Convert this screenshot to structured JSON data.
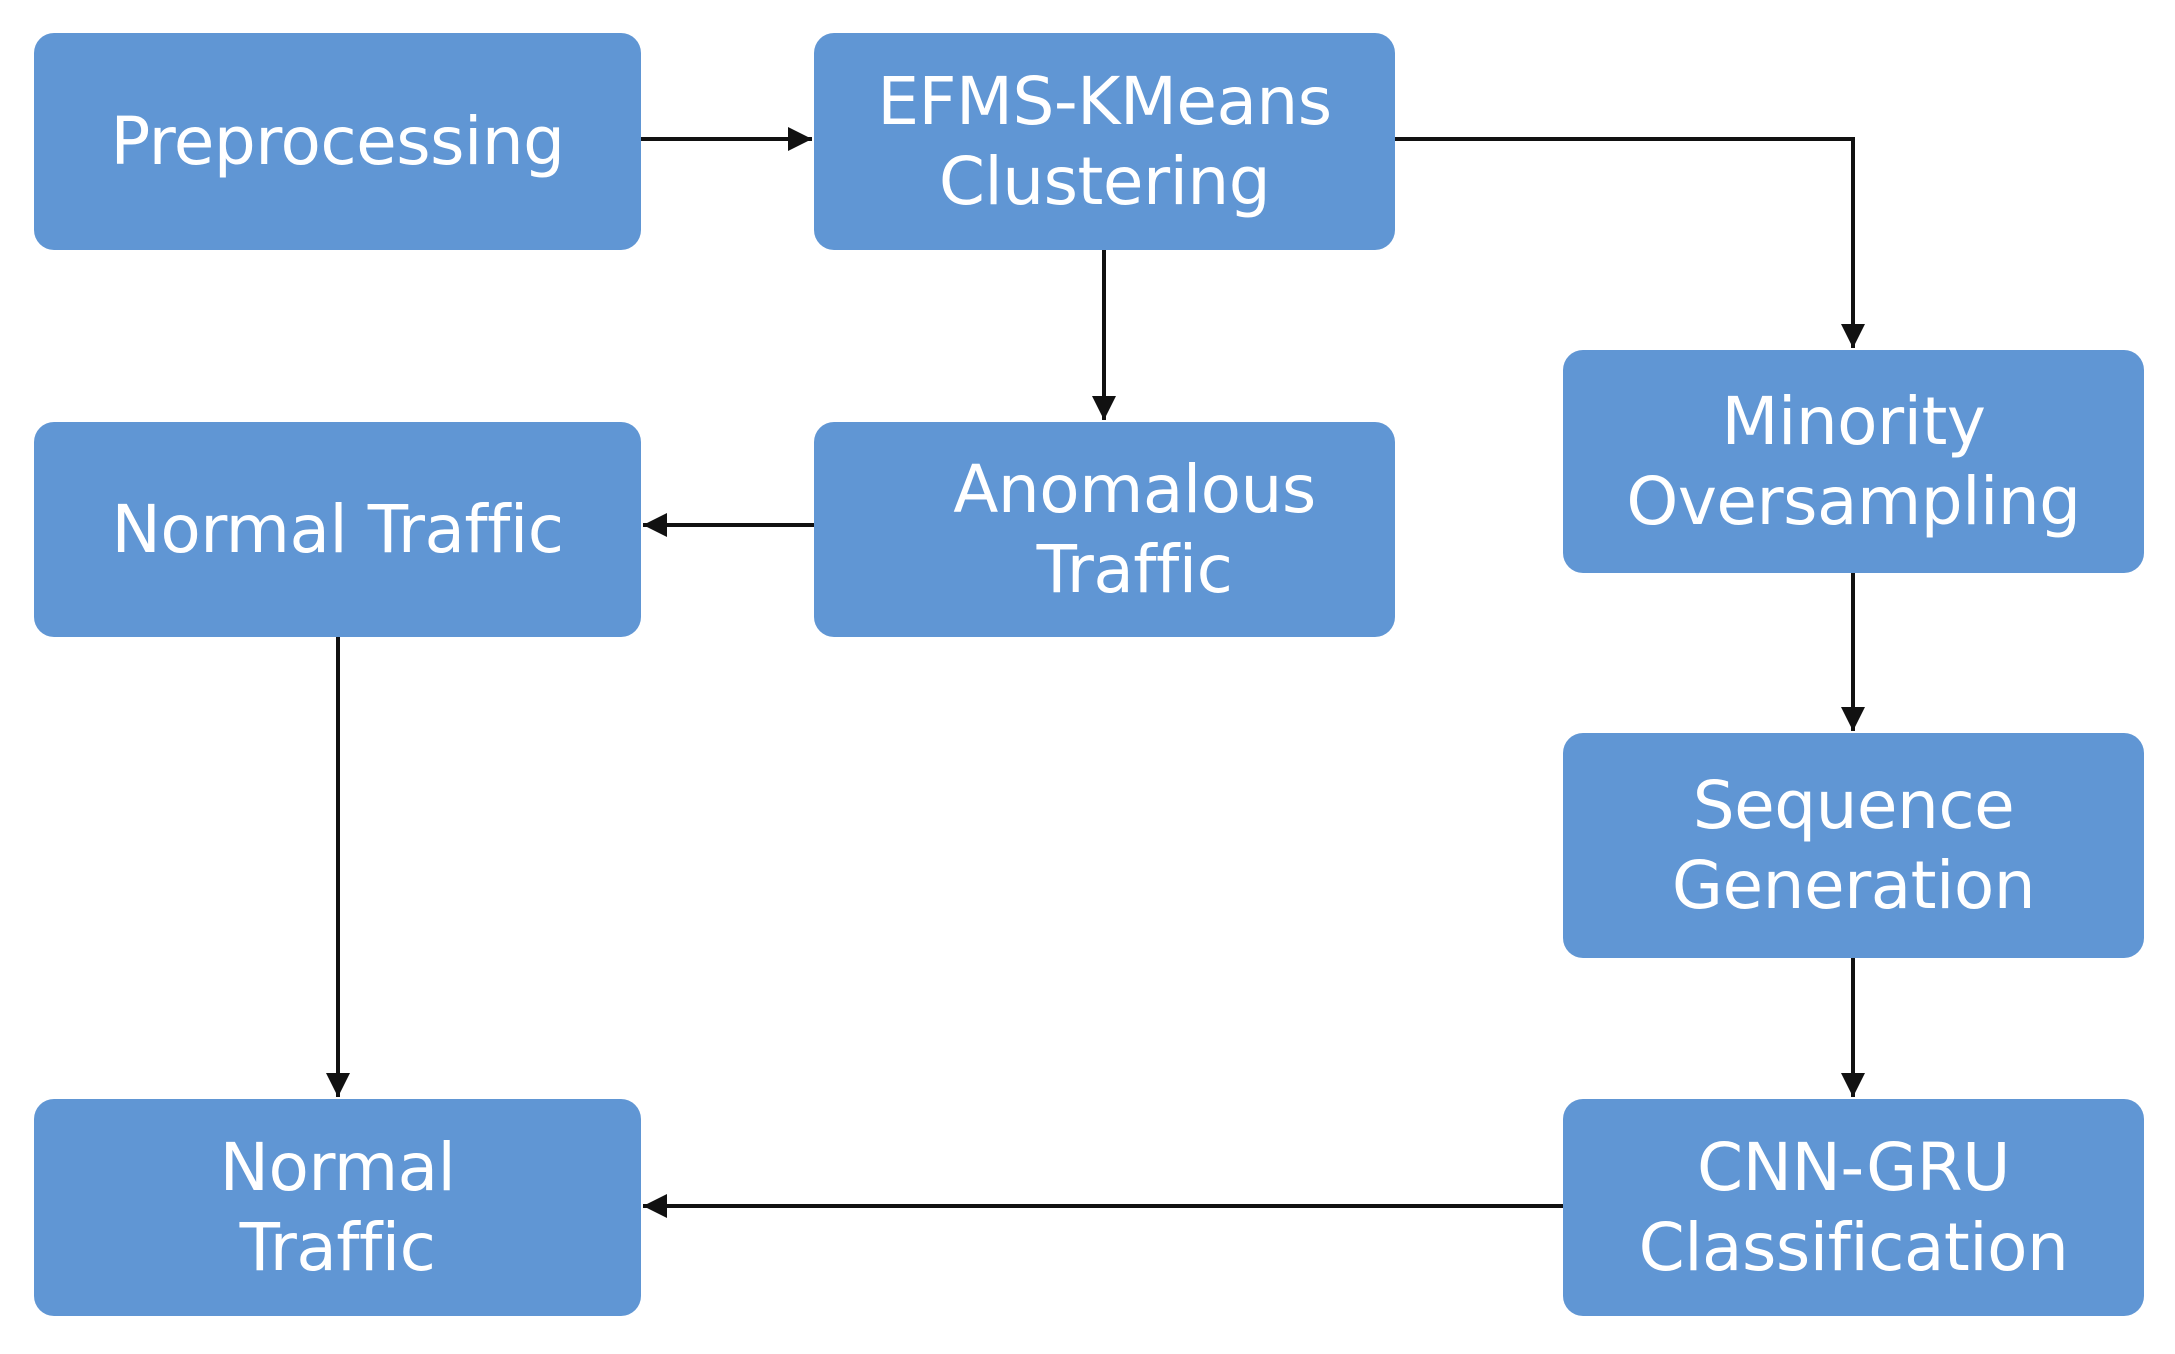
{
  "diagram": {
    "nodes": {
      "preprocessing": {
        "label": "Preprocessing"
      },
      "efms_kmeans": {
        "label": "EFMS-KMeans\nClustering"
      },
      "normal_traffic_1": {
        "label": "Normal Traffic"
      },
      "anomalous_traffic": {
        "label": "Anomalous\nTraffic"
      },
      "minority_oversampling": {
        "label": "Minority\nOversampling"
      },
      "sequence_generation": {
        "label": "Sequence\nGeneration"
      },
      "normal_traffic_2": {
        "label": "Normal\nTraffic"
      },
      "cnn_gru": {
        "label": "CNN-GRU\nClassification"
      }
    },
    "edges": [
      {
        "from": "preprocessing",
        "to": "efms_kmeans"
      },
      {
        "from": "efms_kmeans",
        "to": "anomalous_traffic"
      },
      {
        "from": "efms_kmeans",
        "to": "minority_oversampling"
      },
      {
        "from": "anomalous_traffic",
        "to": "normal_traffic_1"
      },
      {
        "from": "normal_traffic_1",
        "to": "normal_traffic_2"
      },
      {
        "from": "minority_oversampling",
        "to": "sequence_generation"
      },
      {
        "from": "sequence_generation",
        "to": "cnn_gru"
      },
      {
        "from": "cnn_gru",
        "to": "normal_traffic_2"
      }
    ],
    "colors": {
      "node_fill": "#6096d4",
      "node_text": "#ffffff",
      "arrow": "#111111"
    }
  }
}
